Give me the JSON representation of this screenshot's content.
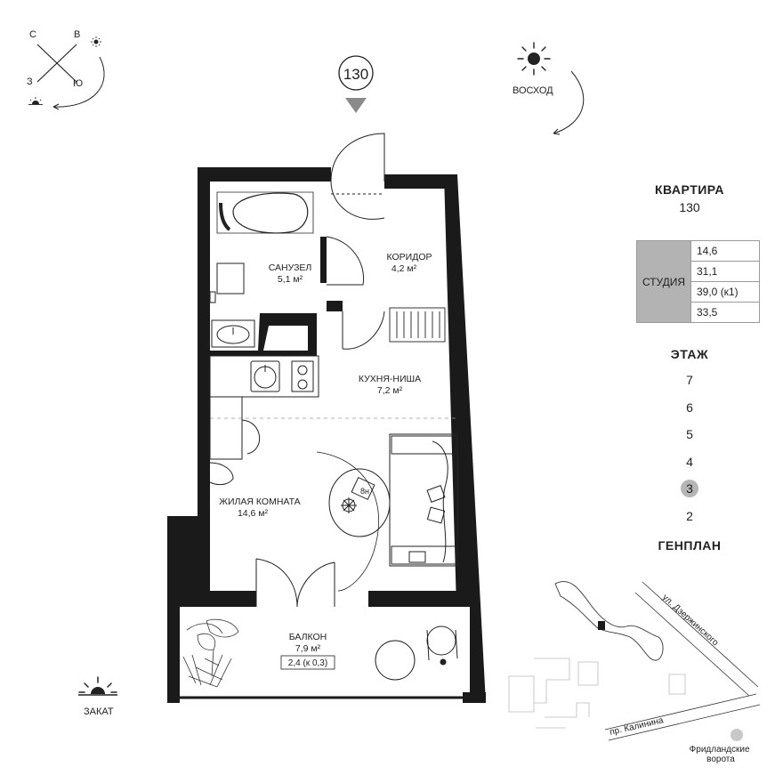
{
  "compass": {
    "north": "С",
    "east": "В",
    "west": "З",
    "south": "Ю"
  },
  "sunrise_label": "ВОСХОД",
  "sunset_label": "ЗАКАТ",
  "apartment_marker": "130",
  "rooms": {
    "bathroom": {
      "name": "САНУЗЕЛ",
      "area": "5,1 м²"
    },
    "corridor": {
      "name": "КОРИДОР",
      "area": "4,2 м²"
    },
    "kitchen": {
      "name": "КУХНЯ-НИША",
      "area": "7,2 м²"
    },
    "living": {
      "name": "ЖИЛАЯ КОМНАТА",
      "area": "14,6 м²"
    },
    "balcony": {
      "name": "БАЛКОН",
      "area": "7,9 м²",
      "note": "2,4 (к 0,3)"
    }
  },
  "info": {
    "title": "КВАРТИРА",
    "number": "130",
    "type": "СТУДИЯ",
    "values": [
      "14,6",
      "31,1",
      "39,0 (к1)",
      "33,5"
    ]
  },
  "floors": {
    "title": "ЭТАЖ",
    "items": [
      "7",
      "6",
      "5",
      "4",
      "3",
      "2"
    ],
    "current": "3"
  },
  "genplan": {
    "title": "ГЕНПЛАН",
    "street1": "ул. Дзержинского",
    "street2": "пр. Калинина",
    "poi": "Фридландские ворота"
  },
  "colors": {
    "wall": "#1a1a1a",
    "current_floor": "#b5b5b5",
    "type_cell": "#b3b3b3"
  }
}
